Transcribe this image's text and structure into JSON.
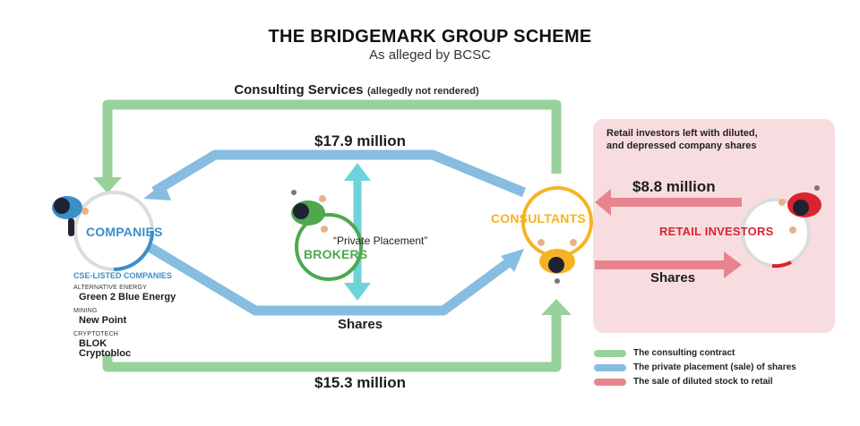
{
  "title": "THE BRIDGEMARK GROUP SCHEME",
  "subtitle": "As alleged by BCSC",
  "colors": {
    "green": "#98d19b",
    "blue": "#86bde0",
    "red": "#e8848f",
    "teal": "#6ed2db",
    "retail_bg": "#f8dde0",
    "companies": "#3a8fc9",
    "brokers": "#4da84e",
    "consultants": "#f5b324",
    "retail": "#d9232f"
  },
  "top_flow": {
    "label": "Consulting Services",
    "note": "(allegedly not rendered)"
  },
  "flows": {
    "placement_amount": "$17.9 million",
    "shares_label": "Shares",
    "consulting_amount": "$15.3 million",
    "private_placement": "“Private Placement”",
    "retail_amount": "$8.8 million",
    "retail_shares": "Shares"
  },
  "nodes": {
    "companies": "COMPANIES",
    "brokers": "BROKERS",
    "consultants": "CONSULTANTS",
    "retail": "RETAIL INVESTORS"
  },
  "retail_box": {
    "note_line1": "Retail investors left with diluted,",
    "note_line2": "and depressed company shares"
  },
  "companies_list": {
    "heading": "CSE-LISTED COMPANIES",
    "groups": [
      {
        "category": "ALTERNATIVE ENERGY",
        "names": [
          "Green 2 Blue Energy"
        ]
      },
      {
        "category": "MINING",
        "names": [
          "New Point"
        ]
      },
      {
        "category": "CRYPTOTECH",
        "names": [
          "BLOK",
          "Cryptobloc"
        ]
      }
    ]
  },
  "legend": [
    {
      "label": "The consulting contract",
      "color": "#98d19b"
    },
    {
      "label": "The private placement (sale) of shares",
      "color": "#86bde0"
    },
    {
      "label": "The sale of diluted stock to retail",
      "color": "#e8848f"
    }
  ]
}
